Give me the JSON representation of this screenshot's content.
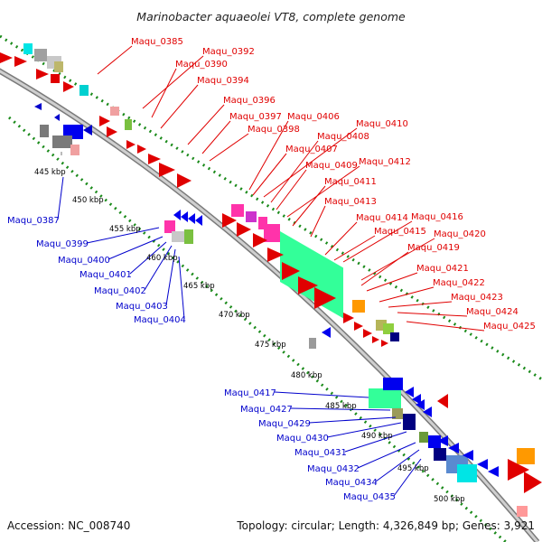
{
  "title": "Marinobacter aquaeolei VT8, complete genome",
  "footer": {
    "accession": "Accession: NC_008740",
    "summary": "Topology: circular; Length: 4,326,849 bp; Genes: 3,921"
  },
  "colors": {
    "top_label": "#e00000",
    "bottom_label": "#0000cc",
    "backbone": "#a8a8a8",
    "dots": "#1a8a1a"
  },
  "kbp_ticks": [
    "445 kbp",
    "450 kbp",
    "455 kbp",
    "460 kbp",
    "465 kbp",
    "470 kbp",
    "475 kbp",
    "480 kbp",
    "485 kbp",
    "490 kbp",
    "495 kbp",
    "500 kbp"
  ],
  "top_genes": [
    "Maqu_0385",
    "Maqu_0392",
    "Maqu_0390",
    "Maqu_0394",
    "Maqu_0396",
    "Maqu_0397",
    "Maqu_0406",
    "Maqu_0398",
    "Maqu_0410",
    "Maqu_0408",
    "Maqu_0407",
    "Maqu_0412",
    "Maqu_0409",
    "Maqu_0411",
    "Maqu_0413",
    "Maqu_0414",
    "Maqu_0416",
    "Maqu_0415",
    "Maqu_0420",
    "Maqu_0419",
    "Maqu_0421",
    "Maqu_0422",
    "Maqu_0423",
    "Maqu_0424",
    "Maqu_0425"
  ],
  "bottom_genes": [
    "Maqu_0387",
    "Maqu_0399",
    "Maqu_0400",
    "Maqu_0401",
    "Maqu_0402",
    "Maqu_0403",
    "Maqu_0404",
    "Maqu_0417",
    "Maqu_0427",
    "Maqu_0429",
    "Maqu_0430",
    "Maqu_0431",
    "Maqu_0432",
    "Maqu_0434",
    "Maqu_0435"
  ]
}
